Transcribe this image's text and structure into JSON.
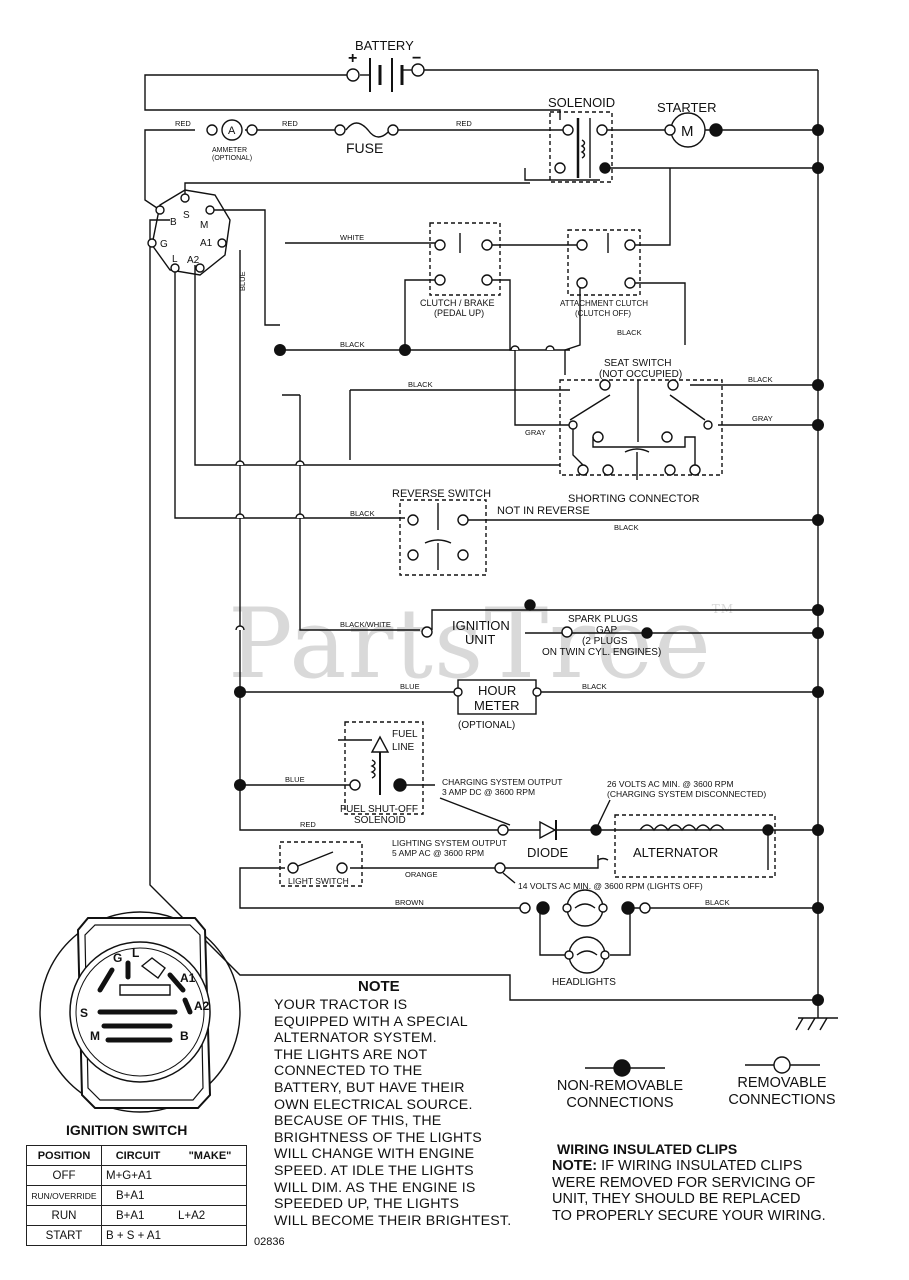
{
  "watermark": {
    "text": "PartsTree",
    "tm": "TM"
  },
  "components": {
    "battery": "BATTERY",
    "solenoid": "SOLENOID",
    "starter": "STARTER",
    "starter_symbol": "M",
    "ammeter_symbol": "A",
    "ammeter": "AMMETER",
    "ammeter_note": "(OPTIONAL)",
    "fuse": "FUSE",
    "clutch_brake": "CLUTCH / BRAKE",
    "clutch_brake_note": "(PEDAL UP)",
    "attachment_clutch": "ATTACHMENT CLUTCH",
    "attachment_clutch_note": "(CLUTCH OFF)",
    "seat_switch": "SEAT SWITCH",
    "seat_switch_note": "(NOT OCCUPIED)",
    "shorting_connector": "SHORTING CONNECTOR",
    "reverse_switch": "REVERSE SWITCH",
    "not_in_reverse": "NOT IN REVERSE",
    "ignition_unit_1": "IGNITION",
    "ignition_unit_2": "UNIT",
    "spark_plugs_1": "SPARK PLUGS",
    "spark_plugs_2": "GAP",
    "spark_plugs_3": "(2 PLUGS",
    "spark_plugs_4": "ON TWIN CYL. ENGINES)",
    "hour_meter_1": "HOUR",
    "hour_meter_2": "METER",
    "hour_meter_note": "(OPTIONAL)",
    "fuel_line_1": "FUEL",
    "fuel_line_2": "LINE",
    "fuel_solenoid_1": "FUEL SHUT-OFF",
    "fuel_solenoid_2": "SOLENOID",
    "charging_output_1": "CHARGING SYSTEM OUTPUT",
    "charging_output_2": "3 AMP DC @ 3600 RPM",
    "ac_spec_1": "26 VOLTS AC MIN. @ 3600 RPM",
    "ac_spec_2": "(CHARGING SYSTEM DISCONNECTED)",
    "lighting_output_1": "LIGHTING SYSTEM OUTPUT",
    "lighting_output_2": "5 AMP AC @ 3600 RPM",
    "diode": "DIODE",
    "alternator": "ALTERNATOR",
    "lights_off_spec": "14 VOLTS AC MIN. @ 3600 RPM (LIGHTS OFF)",
    "light_switch": "LIGHT SWITCH",
    "headlights": "HEADLIGHTS"
  },
  "terminals": {
    "B": "B",
    "S": "S",
    "M": "M",
    "G": "G",
    "A1": "A1",
    "L": "L",
    "A2": "A2"
  },
  "wires": {
    "red": "RED",
    "white": "WHITE",
    "black": "BLACK",
    "gray": "GRAY",
    "blue": "BLUE",
    "black_white": "BLACK/WHITE",
    "orange": "ORANGE",
    "brown": "BROWN"
  },
  "note": {
    "title": "NOTE",
    "body": "YOUR TRACTOR IS\nEQUIPPED WITH A SPECIAL\nALTERNATOR SYSTEM.\nTHE LIGHTS ARE NOT\nCONNECTED TO THE\nBATTERY, BUT HAVE THEIR\nOWN ELECTRICAL SOURCE.\nBECAUSE OF THIS, THE\nBRIGHTNESS OF THE LIGHTS\nWILL CHANGE WITH ENGINE\nSPEED.  AT IDLE THE LIGHTS\nWILL DIM.  AS THE ENGINE IS\nSPEEDED UP, THE LIGHTS\nWILL BECOME THEIR BRIGHTEST."
  },
  "legend": {
    "non_removable": "NON-REMOVABLE\nCONNECTIONS",
    "removable": "REMOVABLE\nCONNECTIONS"
  },
  "clips": {
    "title": "WIRING INSULATED CLIPS",
    "note_label": "NOTE:",
    "body": " IF WIRING INSULATED CLIPS\nWERE REMOVED FOR SERVICING OF\n  UNIT, THEY SHOULD BE REPLACED\nTO PROPERLY SECURE YOUR WIRING."
  },
  "ignition_switch": {
    "title": "IGNITION SWITCH",
    "headers": [
      "POSITION",
      "CIRCUIT",
      "\"MAKE\""
    ],
    "rows": [
      [
        "OFF",
        "M+G+A1",
        ""
      ],
      [
        "RUN/OVERRIDE",
        "B+A1",
        ""
      ],
      [
        "RUN",
        "B+A1",
        "L+A2"
      ],
      [
        "START",
        "B + S + A1",
        ""
      ]
    ]
  },
  "drawing_code": "02836"
}
